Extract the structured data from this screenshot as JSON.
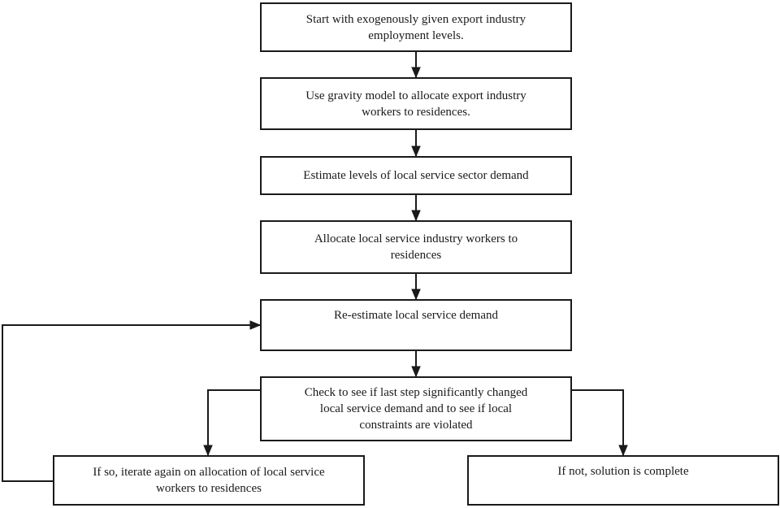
{
  "diagram": {
    "type": "flowchart",
    "colors": {
      "line": "#1a1a1a",
      "box_border": "#1a1a1a",
      "box_fill": "#ffffff",
      "background": "#ffffff",
      "text": "#1a1a1a"
    },
    "nodes": [
      {
        "id": "start",
        "text": "Start with exogenously given export industry\nemployment levels."
      },
      {
        "id": "gravity",
        "text": "Use gravity model to allocate export industry\nworkers to residences."
      },
      {
        "id": "estimate",
        "text": "Estimate levels of local service sector demand"
      },
      {
        "id": "allocate",
        "text": "Allocate local service industry workers to\nresidences"
      },
      {
        "id": "reestimate",
        "text": "Re-estimate local service demand"
      },
      {
        "id": "check",
        "text": "Check to see if last step significantly changed\nlocal service demand and to see if local\nconstraints are violated"
      },
      {
        "id": "iterate",
        "text": "If so, iterate again on allocation of local service\nworkers to residences"
      },
      {
        "id": "complete",
        "text": "If not, solution is complete"
      }
    ],
    "edges": [
      {
        "from": "start",
        "to": "gravity"
      },
      {
        "from": "gravity",
        "to": "estimate"
      },
      {
        "from": "estimate",
        "to": "allocate"
      },
      {
        "from": "allocate",
        "to": "reestimate"
      },
      {
        "from": "reestimate",
        "to": "check"
      },
      {
        "from": "check",
        "to": "iterate"
      },
      {
        "from": "check",
        "to": "complete"
      },
      {
        "from": "iterate",
        "to": "reestimate"
      }
    ]
  }
}
